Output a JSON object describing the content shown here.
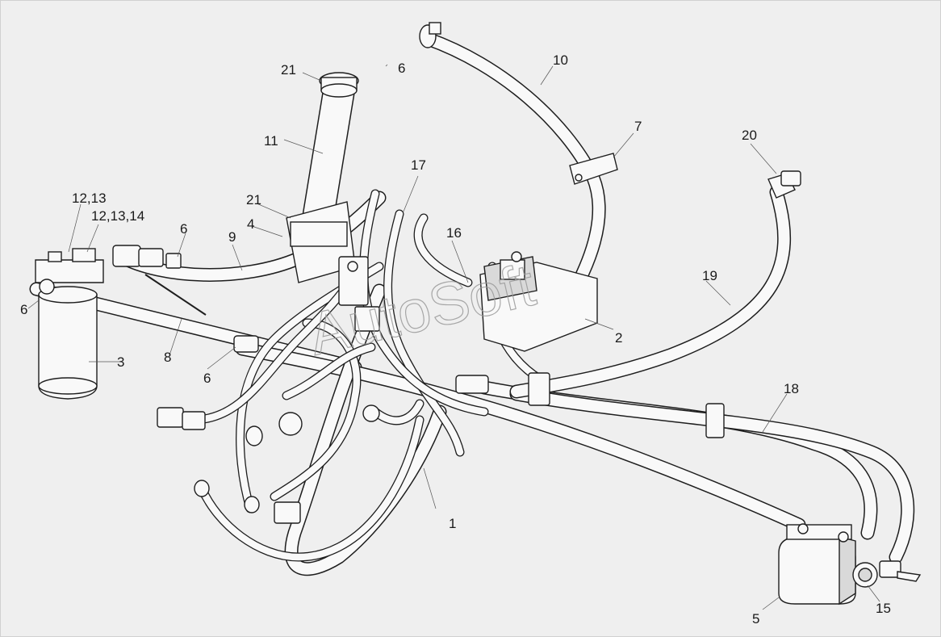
{
  "watermark": "AutoSoft",
  "callouts": {
    "c1": "1",
    "c2": "2",
    "c3": "3",
    "c4": "4",
    "c5": "5",
    "c6_top": "6",
    "c6_left": "6",
    "c6_mid": "6",
    "c6_lower": "6",
    "c7": "7",
    "c8": "8",
    "c9": "9",
    "c10": "10",
    "c11": "11",
    "c12_13": "12,13",
    "c12_13_14": "12,13,14",
    "c15": "15",
    "c16": "16",
    "c17": "17",
    "c18": "18",
    "c19": "19",
    "c20": "20",
    "c21_top": "21",
    "c21_mid": "21"
  }
}
